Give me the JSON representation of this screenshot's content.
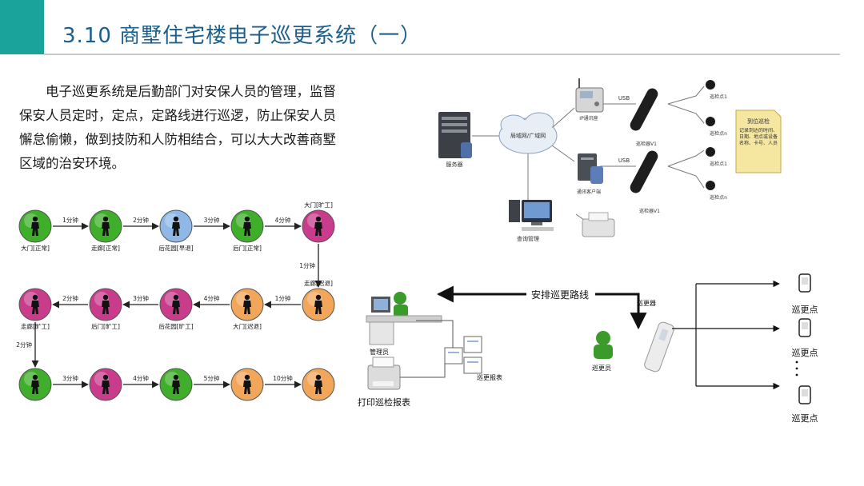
{
  "header": {
    "title": "3.10 商墅住宅楼电子巡更系统（一）",
    "accent_color": "#1aa39a",
    "title_color": "#1b5f8c"
  },
  "intro": {
    "text": "电子巡更系统是后勤部门对安保人员的管理，监督保安人员定时，定点，定路线进行巡逻，防止保安人员懈怠偷懒，做到技防和人防相结合，可以大大改善商墅区域的治安环境。"
  },
  "route_diagram": {
    "status_colors": {
      "normal": "#3fae2a",
      "early": "#8fb8e6",
      "absent": "#c93c8c",
      "late": "#f2a65a"
    },
    "rows": [
      {
        "nodes": [
          {
            "label": "大门[正常]",
            "status": "normal"
          },
          {
            "label": "走廊[正常]",
            "status": "normal"
          },
          {
            "label": "后花园[早退]",
            "status": "early"
          },
          {
            "label": "后门[正常]",
            "status": "normal"
          },
          {
            "label": "大门[旷工]",
            "status": "absent"
          }
        ],
        "arrows": [
          "1分钟",
          "2分钟",
          "3分钟",
          "4分钟"
        ]
      },
      {
        "nodes": [
          {
            "label": "走廊[迟退]",
            "status": "late"
          },
          {
            "label": "大门[迟退]",
            "status": "late"
          },
          {
            "label": "后花园[旷工]",
            "status": "absent"
          },
          {
            "label": "后门[旷工]",
            "status": "absent"
          },
          {
            "label": "走廊[旷工]",
            "status": "absent"
          }
        ],
        "arrows": [
          "1分钟",
          "4分钟",
          "3分钟",
          "2分钟"
        ]
      },
      {
        "nodes": [
          {
            "label": "",
            "status": "normal"
          },
          {
            "label": "",
            "status": "absent"
          },
          {
            "label": "",
            "status": "normal"
          },
          {
            "label": "",
            "status": "late"
          },
          {
            "label": "",
            "status": "late"
          }
        ],
        "arrows": [
          "3分钟",
          "4分钟",
          "5分钟",
          "10分钟"
        ]
      }
    ],
    "down_arrows": [
      "1分钟",
      "2分钟"
    ]
  },
  "network_diagram": {
    "server_label": "服务器",
    "cloud_label": "局域网/广域网",
    "ip_station_label": "IP通讯座",
    "client_label": "通讯客户端",
    "query_label": "查询管理",
    "usb_label": "USB",
    "reader_label": "巡检器V1",
    "checkpoints_top": [
      "巡检点1",
      "巡检点n"
    ],
    "checkpoints_bottom": [
      "巡检点1",
      "巡检点n"
    ],
    "note": {
      "title": "到位巡检",
      "text": "记录到达的时间、日期、地点或设备名称、卡号、人员"
    }
  },
  "patrol_diagram": {
    "route_label": "安排巡更路线",
    "manager_label": "管理员",
    "print_label": "打印巡检报表",
    "report_label": "巡更报表",
    "device_label": "巡更器",
    "guard_label": "巡更员",
    "points": [
      "巡更点",
      "巡更点",
      "巡更点"
    ]
  }
}
